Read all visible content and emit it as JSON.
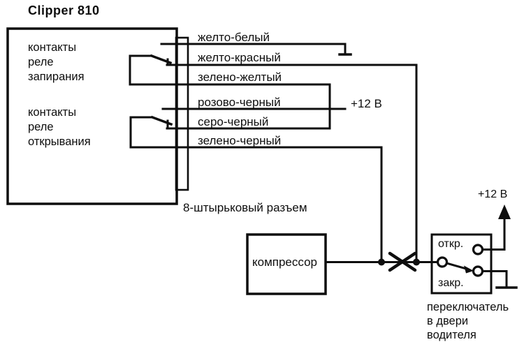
{
  "diagram": {
    "title": "Clipper 810",
    "unit": {
      "lock_relay_caption": [
        "контакты",
        "реле",
        "запирания"
      ],
      "unlock_relay_caption": [
        "контакты",
        "реле",
        "открывания"
      ],
      "connector_label": "8-штырьковый разъем"
    },
    "wires": {
      "yellow_white": "желто-белый",
      "yellow_red": "желто-красный",
      "green_yellow": "зелено-желтый",
      "pink_black": "розово-черный",
      "gray_black": "серо-черный",
      "green_black": "зелено-черный"
    },
    "power_label_left": "+12 В",
    "compressor_label": "компрессор",
    "door_switch": {
      "open_label": "откр.",
      "closed_label": "закр.",
      "power_label": "+12 В",
      "caption": [
        "переключатель",
        "в двери",
        "водителя"
      ]
    },
    "colors": {
      "ink": "#0e0e0e",
      "background": "#ffffff"
    }
  }
}
